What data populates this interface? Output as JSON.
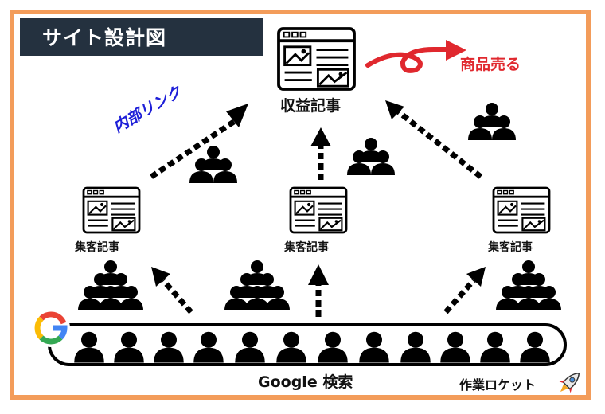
{
  "title": "サイト設計図",
  "profit_article": "収益記事",
  "collect_articles": [
    "集客記事",
    "集客記事",
    "集客記事"
  ],
  "sell_label": "商品売る",
  "internal_link_label": "内部リンク",
  "search_label": "Google 検索",
  "brand_label": "作業ロケット",
  "colors": {
    "frame": "#F39C5A",
    "title_bg": "#24313F",
    "sell_red": "#E0282E",
    "link_blue": "#1E1FD8"
  },
  "icons": [
    "webpage-icon",
    "person-group-icon",
    "arrow-icon",
    "google-g-icon",
    "rocket-icon"
  ]
}
